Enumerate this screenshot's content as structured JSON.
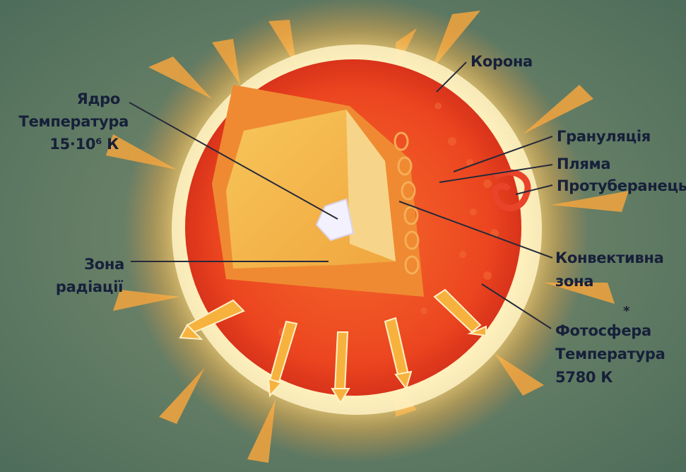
{
  "labels": {
    "corona": "Корона",
    "core": "Ядро",
    "core_temp_title": "Температура",
    "core_temp_value": "15·10⁶ К",
    "granulation": "Грануляція",
    "spot": "Пляма",
    "prominence": "Протуберанець",
    "convective_zone_line1": "Конвективна",
    "convective_zone_line2": "зона",
    "radiation_zone_line1": "Зона",
    "radiation_zone_line2": "радіації",
    "photosphere": "Фотосфера",
    "photosphere_temp_title": "Температура",
    "photosphere_temp_value": "5780 К"
  },
  "colors": {
    "background": "#5f7a63",
    "corona": "#fff1b8",
    "photosphere": "#ec4620",
    "radiation_zone": "#f7c050",
    "core": "#f4f1ff",
    "leader_lines": "#262a3a"
  }
}
